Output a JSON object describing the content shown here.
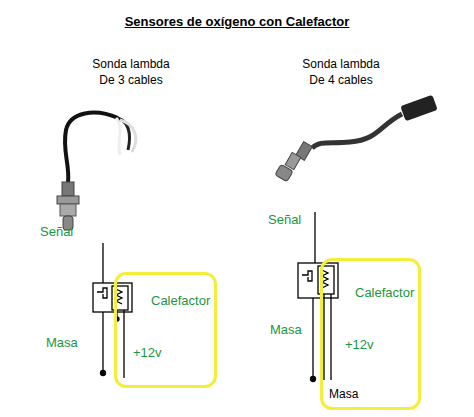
{
  "diagram": {
    "title": "Sensores de oxígeno con Calefactor",
    "nodes": [
      {
        "text": [
          "Calefactor",
          "+12v"
        ]
      },
      {
        "text": [
          "Calefactor",
          "+12v",
          "Masa"
        ]
      }
    ],
    "labels": [
      "Sonda lambda De 3 cables",
      "Sonda lambda De 4 cables",
      "Señal",
      "Masa",
      "Señal",
      "Masa"
    ]
  }
}
